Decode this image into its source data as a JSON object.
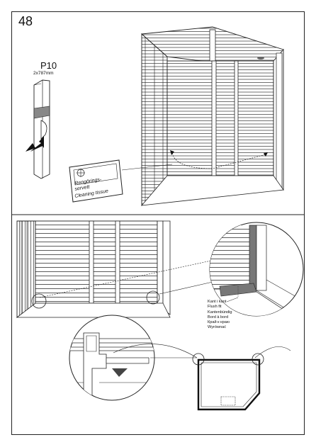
{
  "step": {
    "number": "48"
  },
  "part": {
    "code": "P10",
    "size": "2x787mm"
  },
  "tissue": {
    "line1": "Rengörings-",
    "line2": "servett",
    "line3": "Cleaning tissue"
  },
  "flush": {
    "labels": [
      "Kant i kant",
      "Flush fit",
      "Kantenbündig",
      "Bord à bord",
      "Край к краю",
      "Wyrównać"
    ]
  },
  "icons": [
    "arrow-down-left-icon",
    "tissue-packet-icon",
    "magnifier-circle-icon"
  ]
}
